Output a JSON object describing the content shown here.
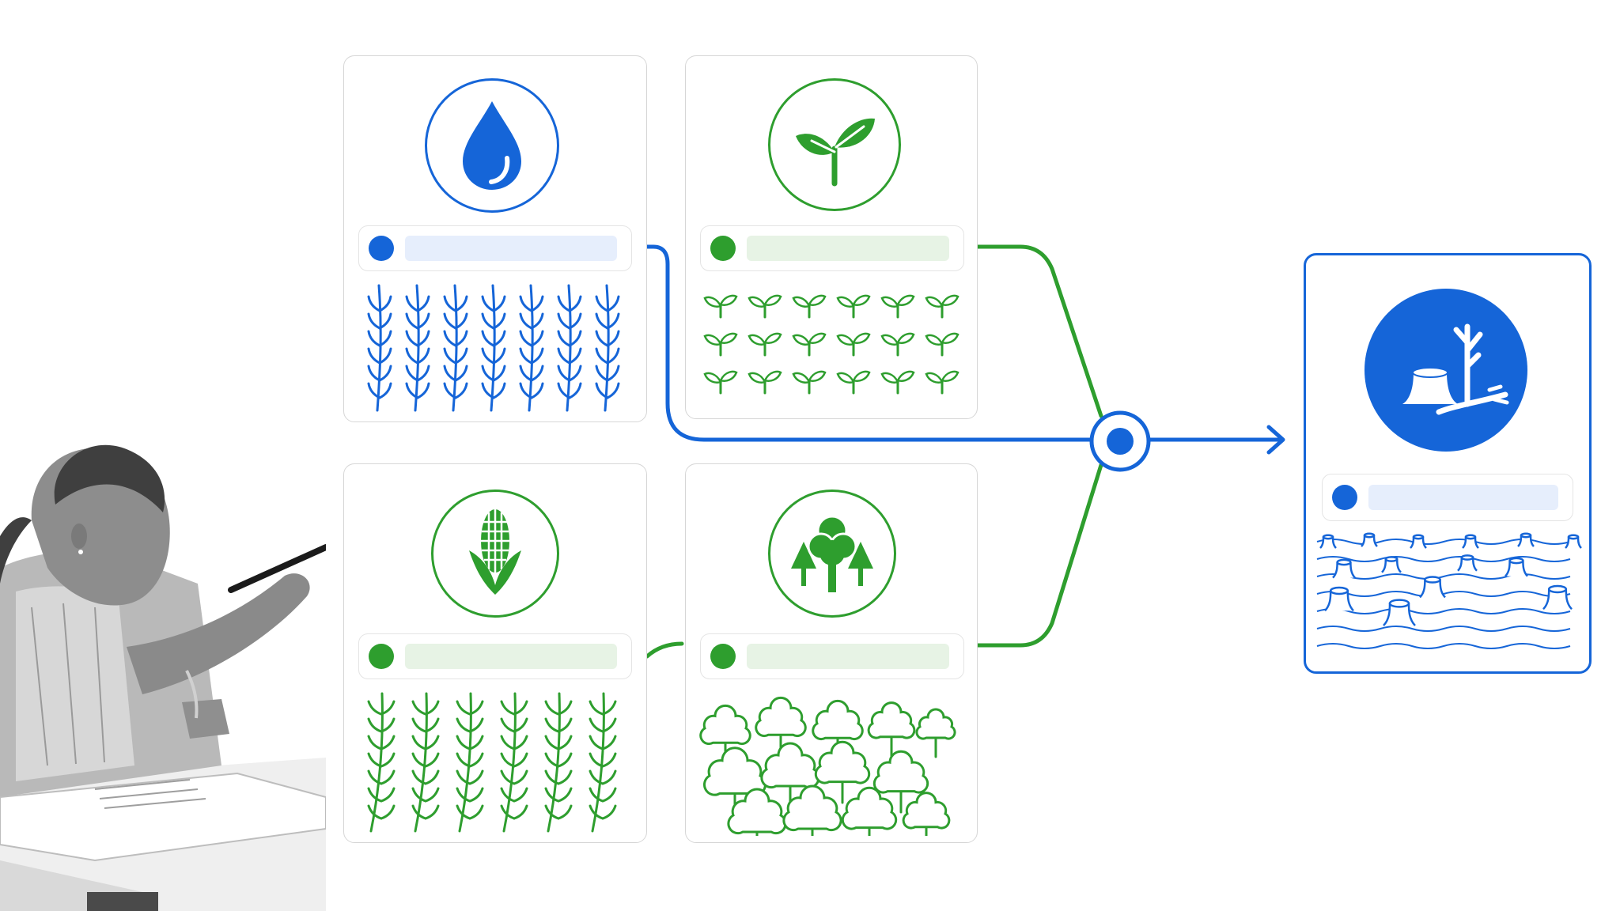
{
  "colors": {
    "blue": "#1565d8",
    "green": "#2e9e2e",
    "blue_tint": "#e6eefc",
    "green_tint": "#e7f3e5",
    "card_border": "#d6d6d6"
  },
  "cards": [
    {
      "id": "water",
      "icon": "water-drop-icon",
      "accent": "blue",
      "pattern": "wheat-stalks"
    },
    {
      "id": "sprout",
      "icon": "sprout-icon",
      "accent": "green",
      "pattern": "seedling-grid"
    },
    {
      "id": "corn",
      "icon": "corn-icon",
      "accent": "green",
      "pattern": "grain-stalks"
    },
    {
      "id": "forest",
      "icon": "trees-icon",
      "accent": "green",
      "pattern": "tree-canopy"
    }
  ],
  "result_card": {
    "id": "deforestation",
    "icon": "tree-stumps-icon",
    "accent": "blue",
    "pattern": "stump-field"
  },
  "junction": {
    "icon": "junction-node-icon"
  },
  "photo": {
    "subject": "presenter-pointing-with-pen",
    "style": "grayscale"
  }
}
